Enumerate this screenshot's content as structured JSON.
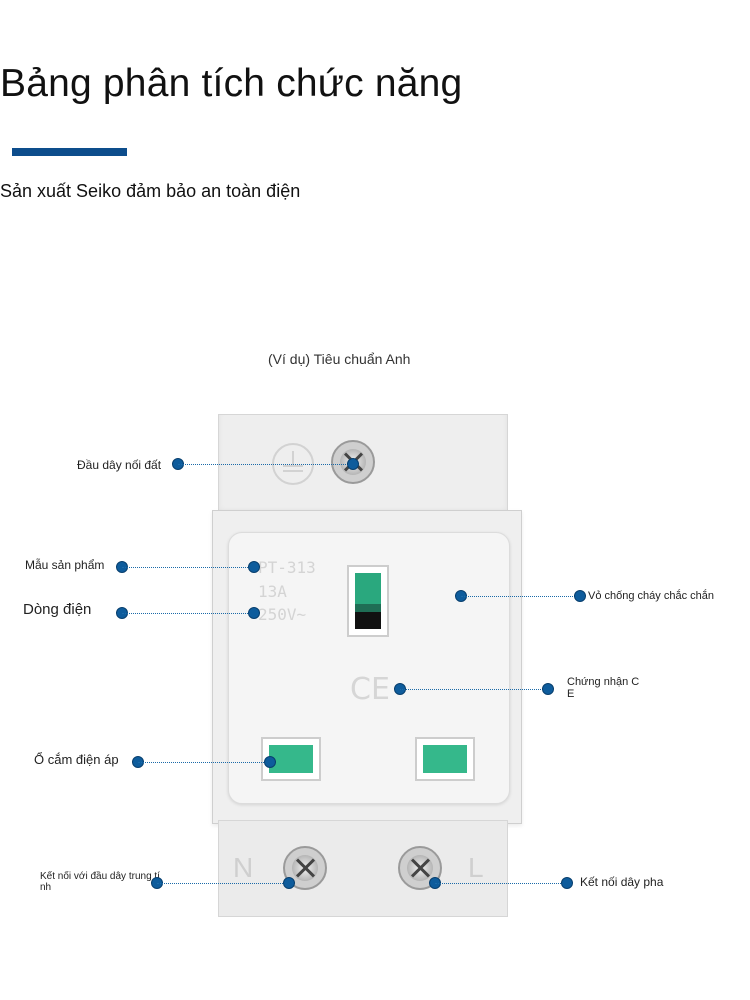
{
  "header": {
    "title": "Bảng phân tích chức năng",
    "subtitle": "Sản xuất Seiko đảm bảo an toàn điện",
    "accent_color": "#0d4d8c"
  },
  "example_caption": "(Ví dụ) Tiêu chuẩn Anh",
  "device": {
    "model_text": "PT-313",
    "current_text": "13A",
    "voltage_text": "250V~",
    "neutral_letter": "N",
    "live_letter": "L",
    "ce_mark": "CE"
  },
  "callouts": {
    "ground": "Đầu dây nối đất",
    "model": "Mẫu sản phẩm",
    "current": "Dòng điện",
    "shell": "Vỏ chống cháy chắc chắn",
    "ce_line1": "Chứng nhận C",
    "ce_line2": "E",
    "socket": "Ổ cắm điện áp",
    "neutral_line1": "Kết nối với đầu dây trung tí",
    "neutral_line2": "nh",
    "phase": "Kết nối dây pha"
  },
  "colors": {
    "callout_dot": "#0e5c9c",
    "socket_green": "#35b88b"
  }
}
